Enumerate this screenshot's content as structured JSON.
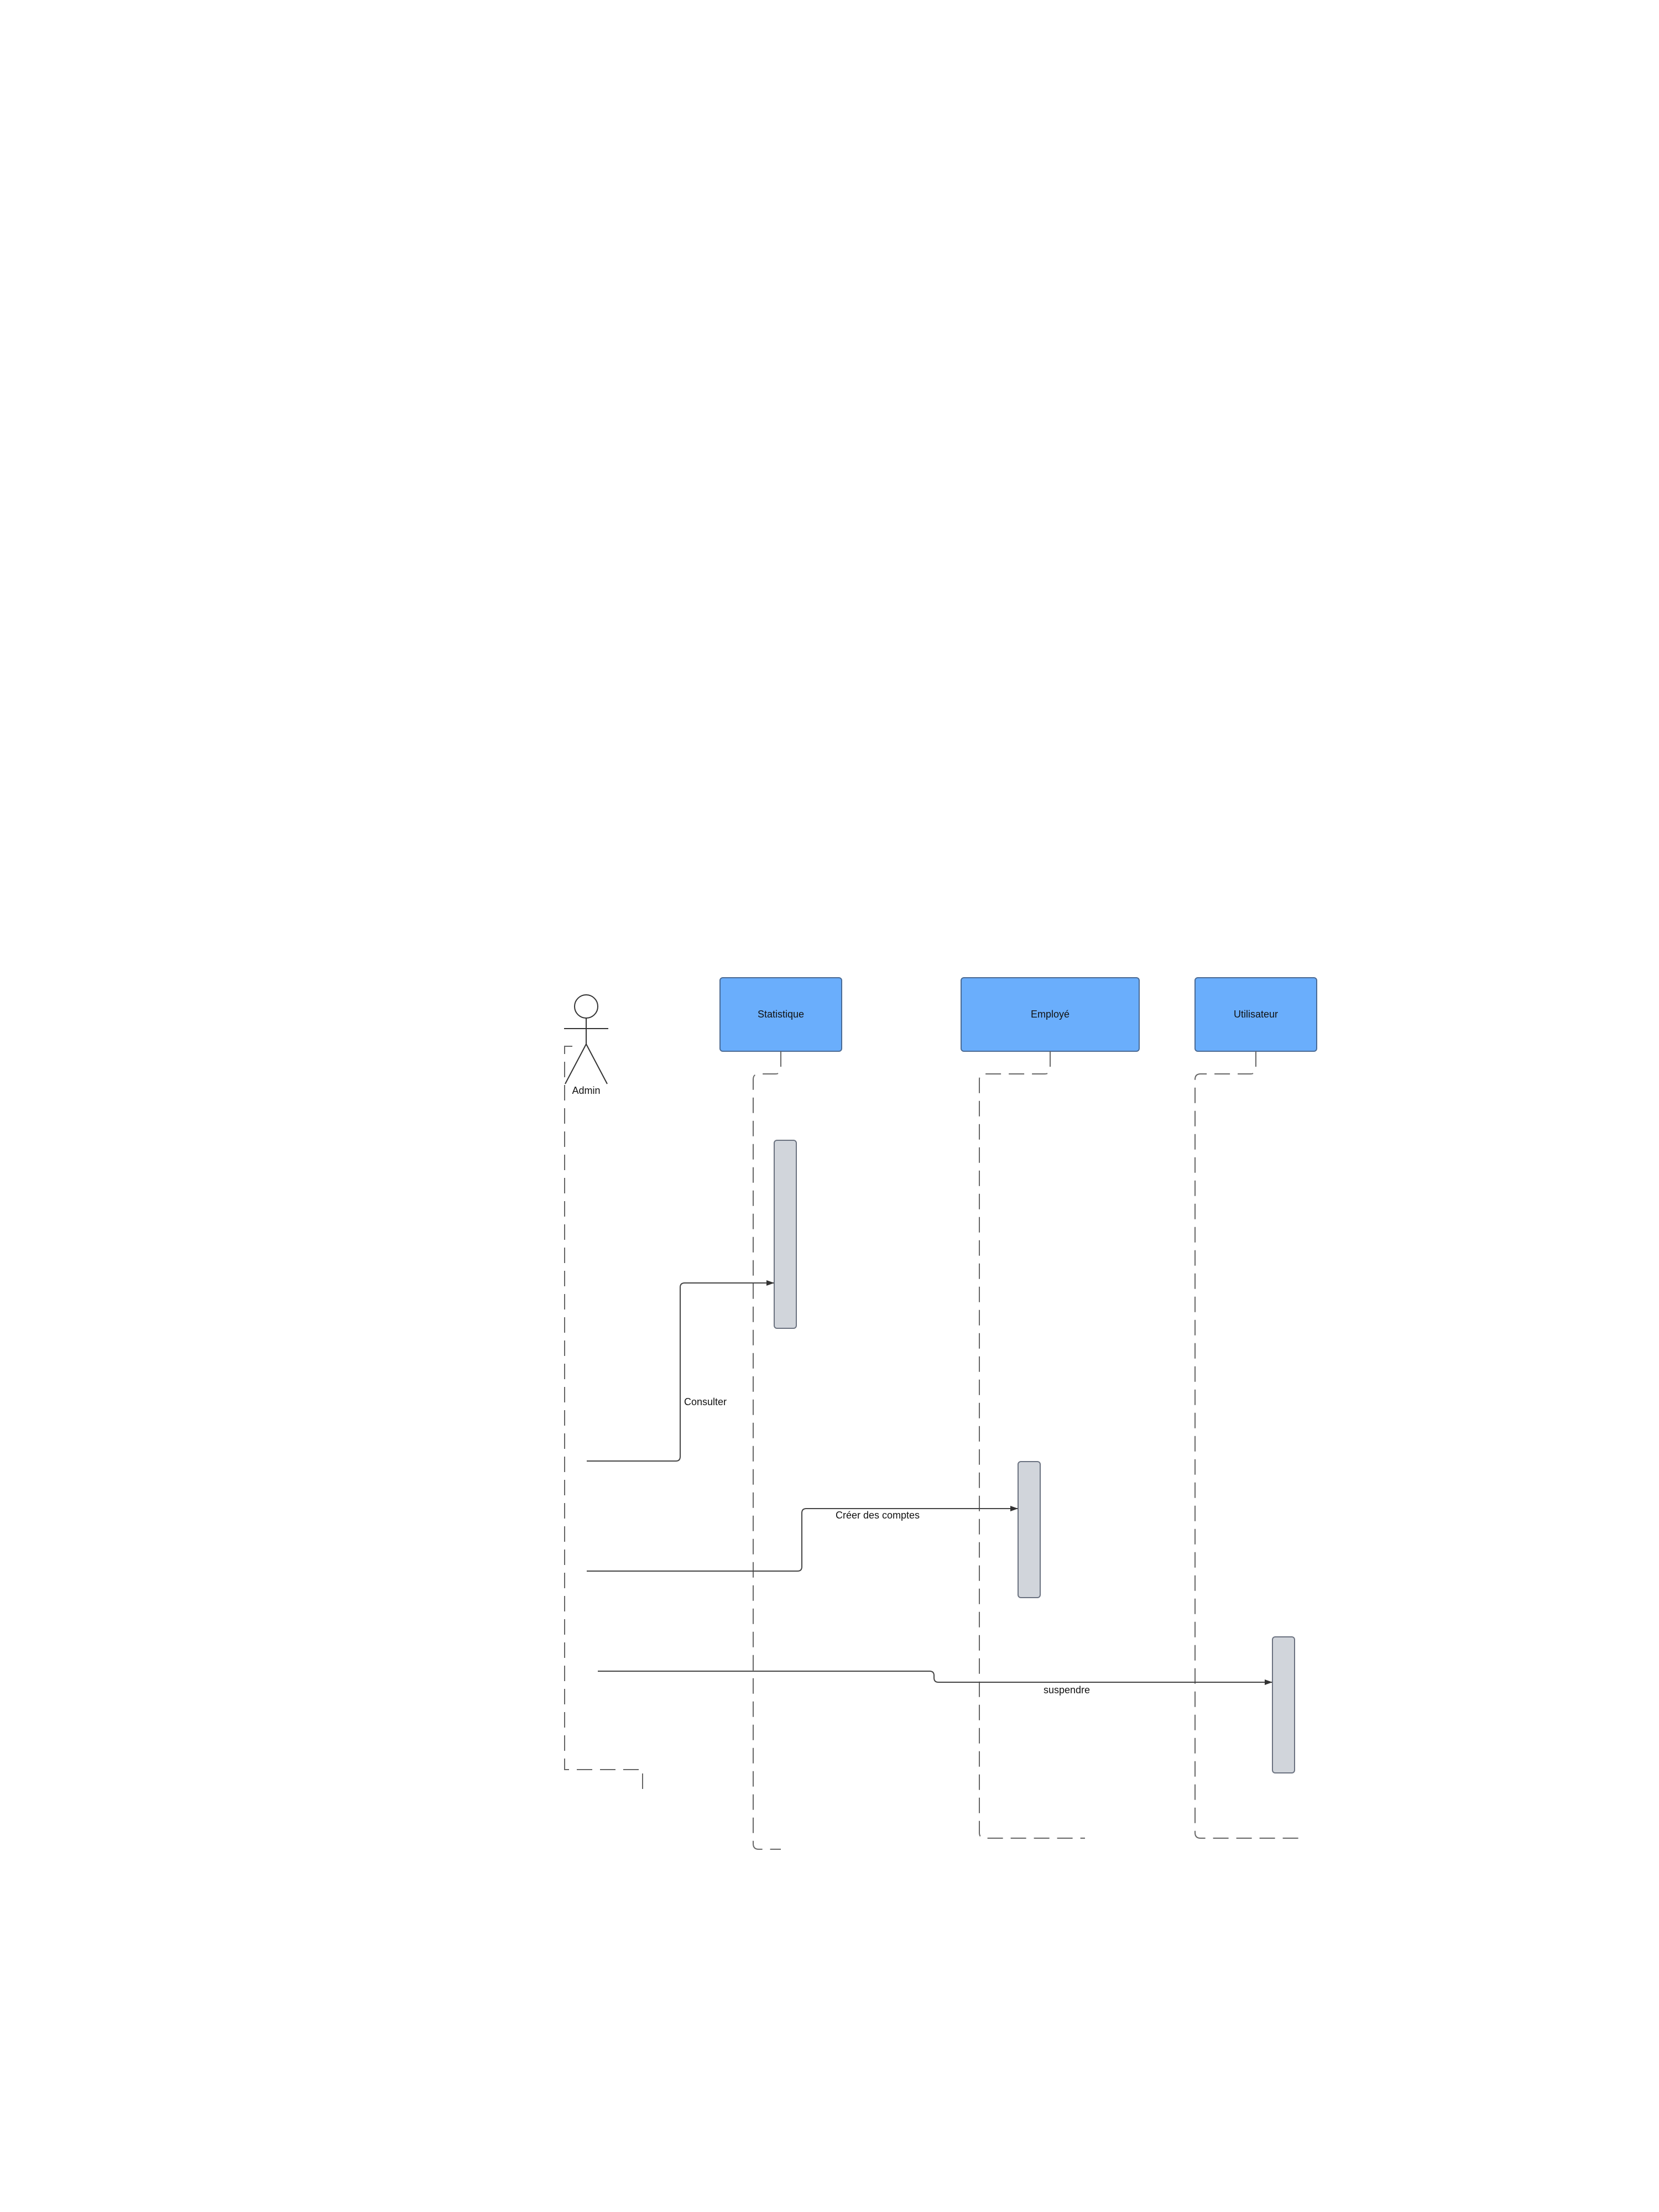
{
  "actor": {
    "label": "Admin"
  },
  "participants": [
    {
      "id": "statistique",
      "label": "Statistique"
    },
    {
      "id": "employe",
      "label": "Employé"
    },
    {
      "id": "utilisateur",
      "label": "Utilisateur"
    }
  ],
  "messages": [
    {
      "id": "consulter",
      "label": "Consulter",
      "from": "admin",
      "to": "statistique"
    },
    {
      "id": "creer",
      "label": "Créer des comptes",
      "from": "admin",
      "to": "employe"
    },
    {
      "id": "suspendre",
      "label": "suspendre",
      "from": "admin",
      "to": "utilisateur"
    }
  ],
  "colors": {
    "participant_fill": "#6aaefc",
    "participant_stroke": "#4a6a94",
    "activation_fill": "#d1d5db",
    "activation_stroke": "#6b7280",
    "line": "#555555",
    "lifeline": "#666666"
  }
}
